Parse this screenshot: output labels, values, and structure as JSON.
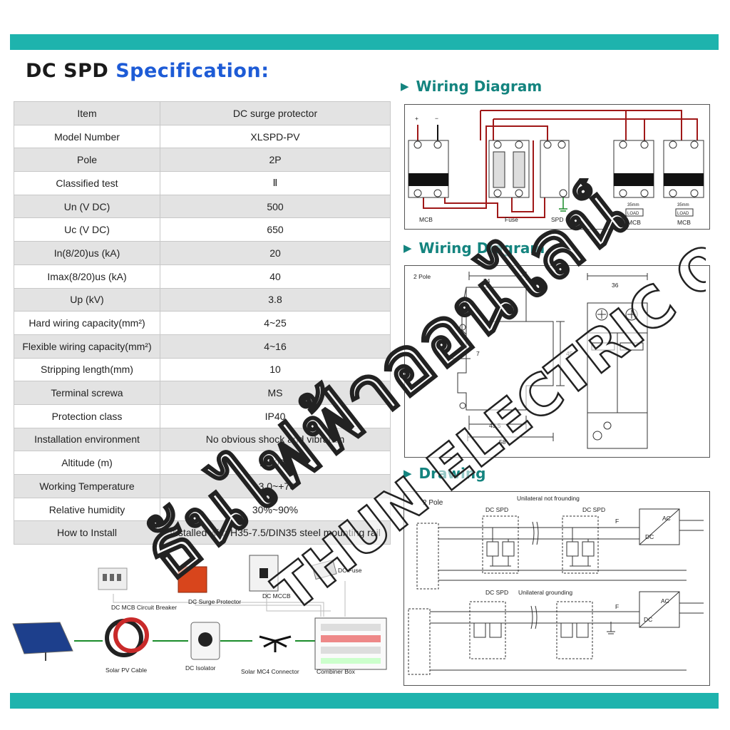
{
  "title": {
    "part1": "DC SPD",
    "part2": "Specification:"
  },
  "spec_rows": [
    {
      "item": "Item",
      "value": "DC surge protector"
    },
    {
      "item": "Model Number",
      "value": "XLSPD-PV"
    },
    {
      "item": "Pole",
      "value": "2P"
    },
    {
      "item": "Classified test",
      "value": "Ⅱ"
    },
    {
      "item": "Un (V DC)",
      "value": "500"
    },
    {
      "item": "Uc (V DC)",
      "value": "650"
    },
    {
      "item": "In(8/20)us (kA)",
      "value": "20"
    },
    {
      "item": "Imax(8/20)us (kA)",
      "value": "40"
    },
    {
      "item": "Up (kV)",
      "value": "3.8"
    },
    {
      "item": "Hard wiring capacity(mm²)",
      "value": "4~25"
    },
    {
      "item": "Flexible wiring capacity(mm²)",
      "value": "4~16"
    },
    {
      "item": "Stripping length(mm)",
      "value": "10"
    },
    {
      "item": "Terminal screwa",
      "value": "MS"
    },
    {
      "item": "Protection class",
      "value": "IP40"
    },
    {
      "item": "Installation environment",
      "value": "No obvious shock and vibration"
    },
    {
      "item": "Altitude (m)",
      "value": "≤ 2000"
    },
    {
      "item": "Working Temperature",
      "value": "-3.0~+70"
    },
    {
      "item": "Relative humidity",
      "value": "30%~90%"
    },
    {
      "item": "How to Install",
      "value": "Installed with H35-7.5/DIN35 steel mounting rail"
    }
  ],
  "sections": {
    "wiring1": "Wiring Diagram",
    "wiring2": "Wiring Diagram",
    "drawing": "Drawing"
  },
  "wiring_panel": {
    "plus": "+",
    "minus": "−",
    "mcb": "MCB",
    "fuse": "Fuse",
    "spd": "SPD",
    "load": "LOAD",
    "rating": "35mm"
  },
  "dimension_panel": {
    "pole": "2 Pole",
    "d54": "54",
    "d36": "36",
    "d45": "45",
    "d7": "7",
    "d43_5": "43.5",
    "d58": "58",
    "plus": "+",
    "minus": "-"
  },
  "drawing_panel": {
    "pole": "2 Pole",
    "top_caption": "Unilateral not frounding",
    "bottom_caption": "Unilateral grounding",
    "dc_spd": "DC SPD",
    "f": "F",
    "ac": "AC",
    "dc": "DC"
  },
  "accessories": {
    "dc_mcb": "DC MCB Circuit Breaker",
    "dc_surge": "DC Surge Protector",
    "dc_mccb": "DC MCCB",
    "dc_fuse": "DC Fuse",
    "solar_cable": "Solar PV Cable",
    "dc_isolator": "DC Isolator",
    "mc4": "Solar MC4 Connector",
    "combiner": "Combiner Box"
  },
  "watermark": {
    "thai": "ธันไฟฟ้าออนไลน์",
    "english": "THUN ELECTRIC ONLINE"
  },
  "colors": {
    "teal_bar": "#1eb3ad",
    "heading_teal": "#14847f",
    "title_blue": "#1d5bd6",
    "wire_red": "#a01818",
    "wire_green": "#1a8c2a"
  }
}
